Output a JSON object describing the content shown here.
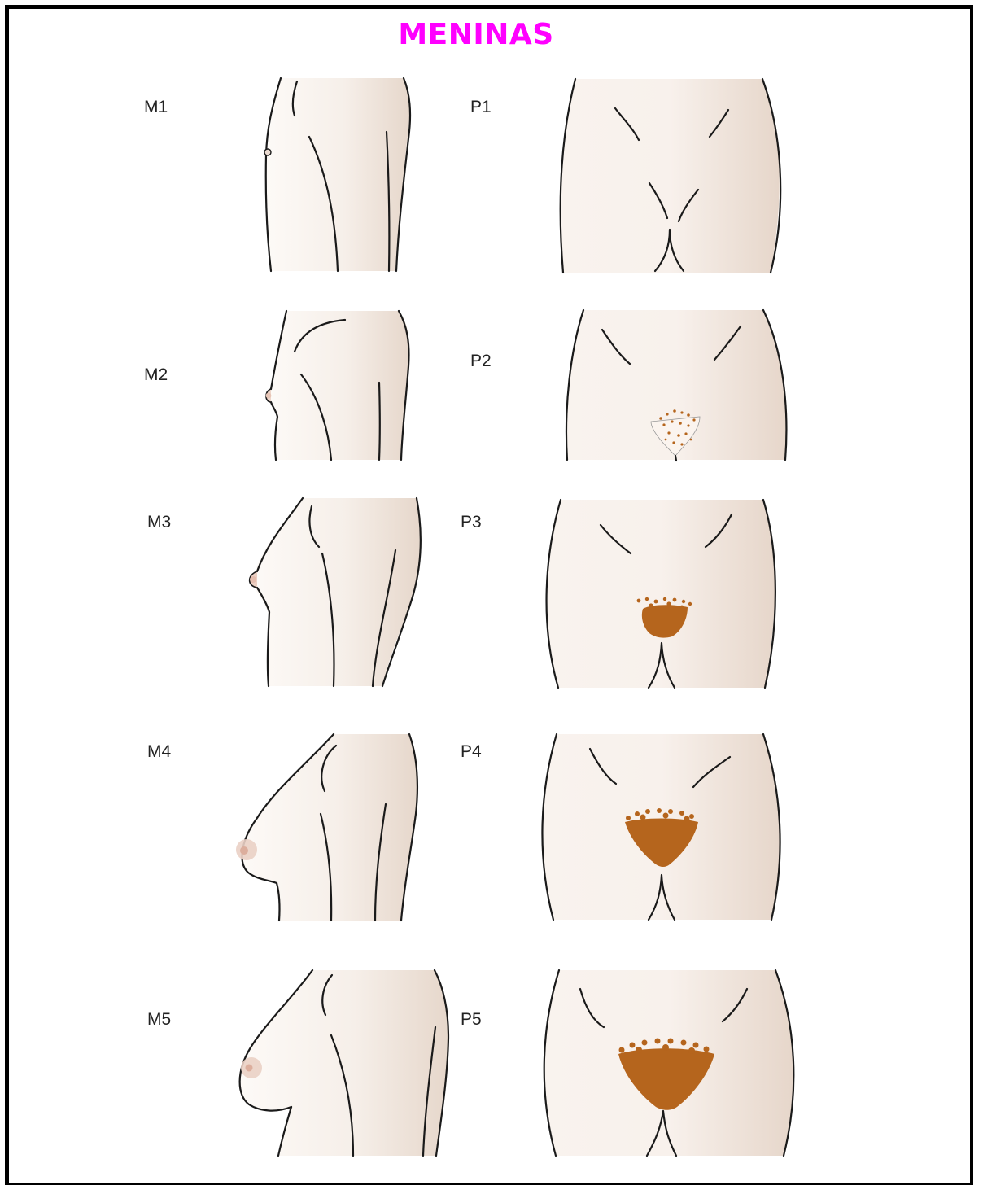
{
  "title": "MENINAS",
  "breast_stages": [
    {
      "label": "M1"
    },
    {
      "label": "M2"
    },
    {
      "label": "M3"
    },
    {
      "label": "M4"
    },
    {
      "label": "M5"
    }
  ],
  "pubic_stages": [
    {
      "label": "P1"
    },
    {
      "label": "P2"
    },
    {
      "label": "P3"
    },
    {
      "label": "P4"
    },
    {
      "label": "P5"
    }
  ],
  "colors": {
    "title": "#ff00ff",
    "skin_light": "#fbf7f3",
    "skin_dark": "#e9dbd0",
    "hair": "#b5651d",
    "areola": "#e6c2b3",
    "outline": "#1a1a1a"
  }
}
